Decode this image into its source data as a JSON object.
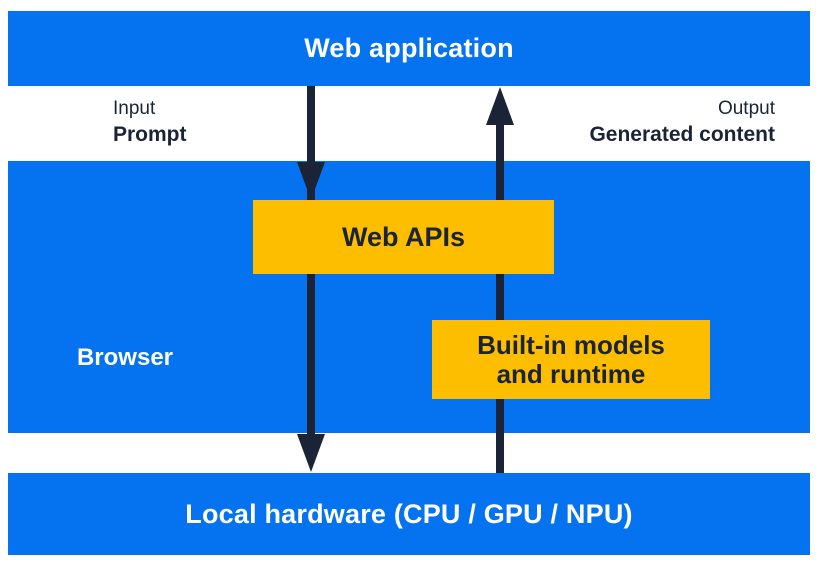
{
  "colors": {
    "blue": "#0573f0",
    "yellow": "#fdbe00",
    "dark": "#1b2337",
    "chrome_red": "#e94235",
    "chrome_yellow": "#fbc116",
    "chrome_green": "#2da94f",
    "chrome_blue": "#4285f4"
  },
  "top_bar": {
    "label": "Web application"
  },
  "flow_labels": {
    "input_title": "Input",
    "input_value": "Prompt",
    "output_title": "Output",
    "output_value": "Generated content"
  },
  "browser_panel": {
    "browser_label": "Browser",
    "chrome_logo_icon": "chrome-logo-icon",
    "web_apis_label": "Web APIs",
    "builtin_line1": "Built-in models",
    "builtin_line2": "and runtime"
  },
  "bottom_bar": {
    "label": "Local hardware (CPU / GPU / NPU)"
  },
  "arrows": {
    "down": "prompt-input-flow-down-arrow",
    "up": "generated-content-flow-up-arrow"
  }
}
